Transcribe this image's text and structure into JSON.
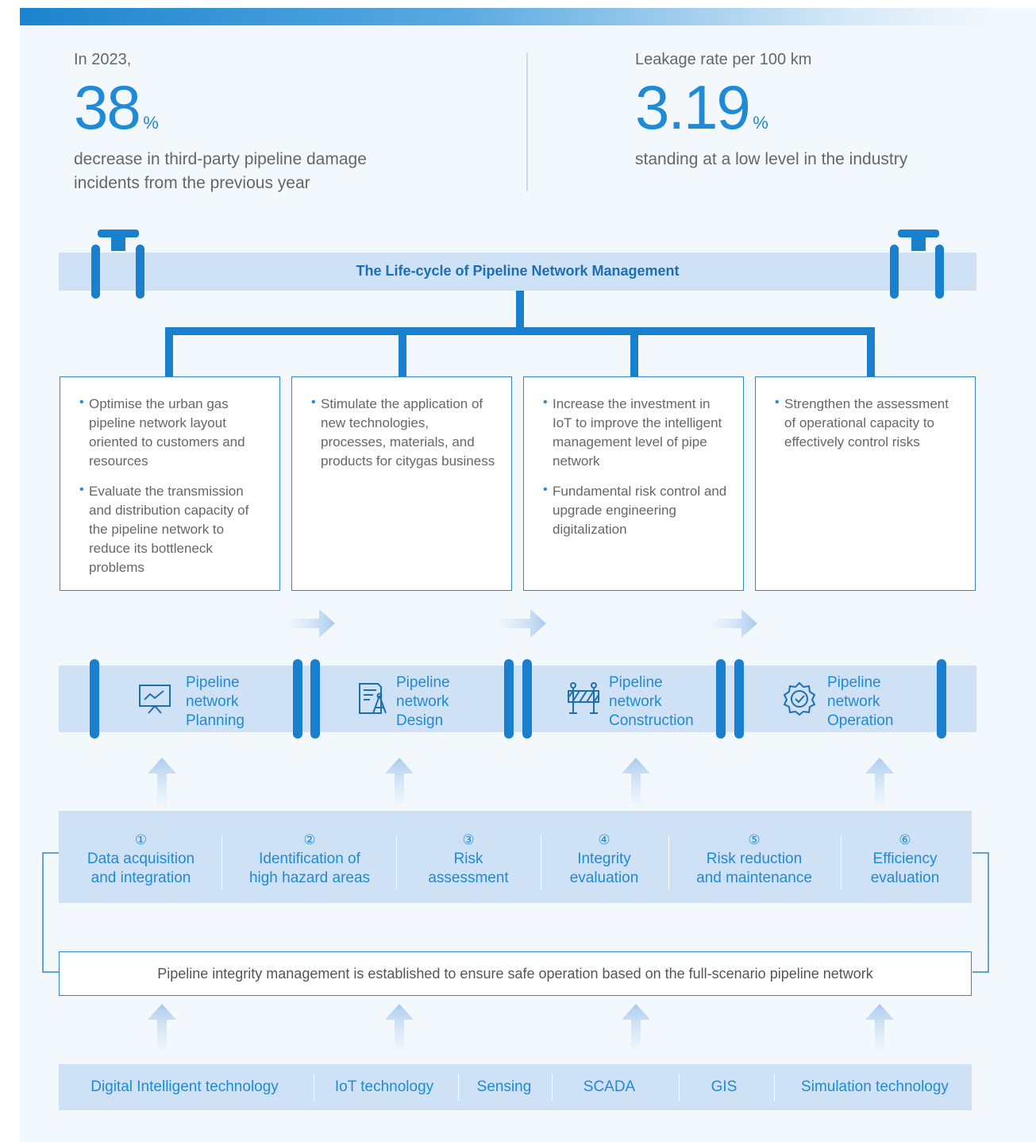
{
  "stats": {
    "left": {
      "pre": "In 2023,",
      "value": "38",
      "unit": "%",
      "desc1": "decrease in third-party pipeline damage",
      "desc2": "incidents from the previous year"
    },
    "right": {
      "pre": "Leakage rate per 100 km",
      "value": "3.19",
      "unit": "%",
      "desc1": "standing at a low level in the industry"
    }
  },
  "lifecycle_title": "The Life-cycle of Pipeline Network Management",
  "boxes": [
    {
      "bullets": [
        "Optimise the urban gas pipeline network layout oriented to customers and resources",
        "Evaluate the transmission and distribution capacity of the pipeline network to reduce its bottleneck problems"
      ]
    },
    {
      "bullets": [
        "Stimulate the application of new technologies, processes, materials, and products for citygas business"
      ]
    },
    {
      "bullets": [
        "Increase the investment in IoT to improve the intelligent management level of pipe network",
        "Fundamental risk control and upgrade engineering digitalization"
      ]
    },
    {
      "bullets": [
        "Strengthen the assessment of operational capacity to effectively control risks"
      ]
    }
  ],
  "stages": [
    {
      "line1": "Pipeline",
      "line2": "network",
      "line3": "Planning",
      "icon": "presentation-chart-icon"
    },
    {
      "line1": "Pipeline",
      "line2": "network",
      "line3": "Design",
      "icon": "blueprint-design-icon"
    },
    {
      "line1": "Pipeline",
      "line2": "network",
      "line3": "Construction",
      "icon": "road-barrier-icon"
    },
    {
      "line1": "Pipeline",
      "line2": "network",
      "line3": "Operation",
      "icon": "gear-check-icon"
    }
  ],
  "steps": [
    {
      "num": "①",
      "line1": "Data acquisition",
      "line2": "and integration"
    },
    {
      "num": "②",
      "line1": "Identification of",
      "line2": "high hazard areas"
    },
    {
      "num": "③",
      "line1": "Risk",
      "line2": "assessment"
    },
    {
      "num": "④",
      "line1": "Integrity",
      "line2": "evaluation"
    },
    {
      "num": "⑤",
      "line1": "Risk reduction",
      "line2": "and maintenance"
    },
    {
      "num": "⑥",
      "line1": "Efficiency",
      "line2": "evaluation"
    }
  ],
  "integrity_text": "Pipeline integrity management is established to ensure safe operation based on the full-scenario pipeline network",
  "technologies": [
    "Digital Intelligent technology",
    "IoT technology",
    "Sensing",
    "SCADA",
    "GIS",
    "Simulation technology"
  ],
  "colors": {
    "accent": "#1f8ad6",
    "pipe": "#1a7fcc",
    "band": "#cfe1f4",
    "background": "#f3f8fd"
  }
}
